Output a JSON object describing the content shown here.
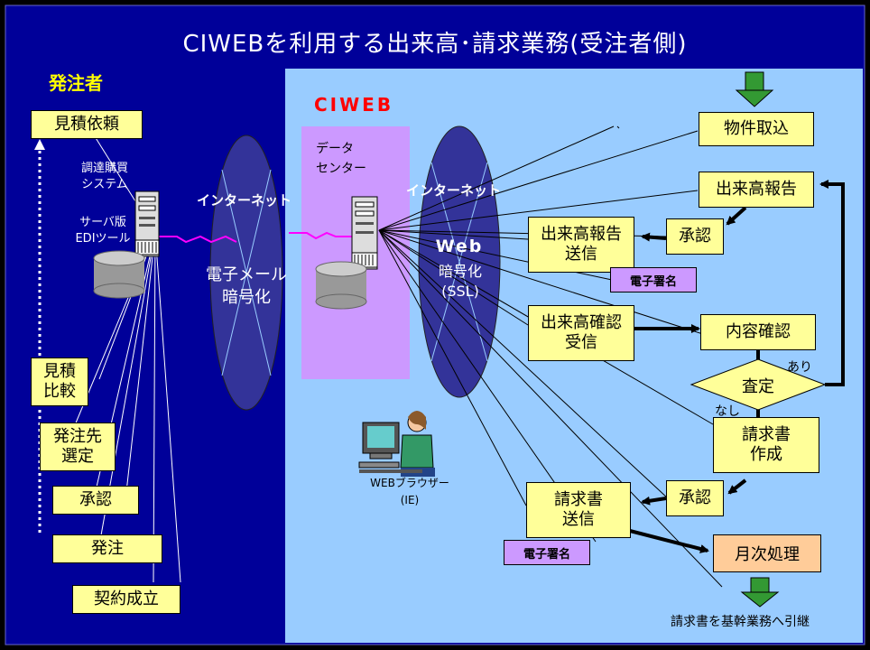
{
  "title": "CIWEBを利用する出来高･請求業務(受注者側)",
  "left": {
    "heading": "発注者",
    "boxes": [
      "見積依頼",
      "見積\n比較",
      "発注先\n選定",
      "承認",
      "発注",
      "契約成立"
    ],
    "system_label": "調達購買\nシステム",
    "edi_label": "サーバ版\nEDIツール"
  },
  "internet1": {
    "label": "インターネット",
    "mail_label": "電子メール\n暗号化"
  },
  "ciweb": {
    "label": "CIWEB",
    "datacenter_label": "データ\nセンター",
    "internet_label": "インターネット",
    "web_label": "Web",
    "ssl_label": "暗号化\n(SSL)",
    "browser_label": "WEBブラウザー\n(IE)"
  },
  "flow": {
    "import": "物件取込",
    "report": "出来高報告",
    "approve1": "承認",
    "report_send": "出来高報告\n送信",
    "sig1": "電子署名",
    "confirm_recv": "出来高確認\n受信",
    "content_check": "内容確認",
    "assess": "査定",
    "yes": "あり",
    "no": "なし",
    "invoice_create": "請求書\n作成",
    "approve2": "承認",
    "invoice_send": "請求書\n送信",
    "sig2": "電子署名",
    "monthly": "月次処理",
    "handover": "請求書を基幹業務へ引継"
  },
  "colors": {
    "background": "#000099",
    "title_text": "#FFFFFF",
    "panel": "#99CCFF",
    "datacenter": "#CC99FF",
    "ellipse": "#333399",
    "box_fill": "#FFFF99",
    "signature_fill": "#CC99FF",
    "monthly_fill": "#FFCC99",
    "arrow_green": "#339933",
    "heading_yellow": "#FFFF00",
    "ciweb_red": "#FF0000",
    "network_line": "#FF00FF"
  }
}
